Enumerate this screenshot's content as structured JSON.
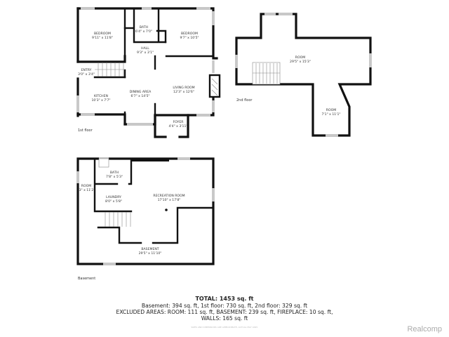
{
  "floors": {
    "first": {
      "label": "1st floor",
      "rooms": [
        {
          "name": "BEDROOM",
          "dims": "9'11\" x 11'8\""
        },
        {
          "name": "BATH",
          "dims": "6'4\" x 7'0\""
        },
        {
          "name": "BEDROOM",
          "dims": "9'7\" x 10'5\""
        },
        {
          "name": "HALL",
          "dims": "9'3\" x 3'1\""
        },
        {
          "name": "ENTRY",
          "dims": "3'0\" x 3'4\""
        },
        {
          "name": "DINING AREA",
          "dims": "6'7\" x 14'5\""
        },
        {
          "name": "LIVING ROOM",
          "dims": "12'3\" x 12'6\""
        },
        {
          "name": "KITCHEN",
          "dims": "10'3\" x 7'7\""
        },
        {
          "name": "FOYER",
          "dims": "4'4\" x 3'11\""
        }
      ]
    },
    "second": {
      "label": "2nd floor",
      "rooms": [
        {
          "name": "ROOM",
          "dims": "29'5\" x 15'3\""
        },
        {
          "name": "ROOM",
          "dims": "7'1\" x 11'1\""
        }
      ]
    },
    "basement": {
      "label": "Basement",
      "rooms": [
        {
          "name": "BATH",
          "dims": "7'8\" x 5'3\""
        },
        {
          "name": "ROOM",
          "dims": "3\" x 11'2\""
        },
        {
          "name": "LAUNDRY",
          "dims": "8'0\" x 5'8\""
        },
        {
          "name": "RECREATION ROOM",
          "dims": "17'10\" x 17'8\""
        },
        {
          "name": "BASEMENT",
          "dims": "29'5\" x 11'10\""
        }
      ]
    }
  },
  "summary": {
    "total": "TOTAL: 1453 sq. ft",
    "line1": "Basement: 394 sq. ft, 1st floor: 730 sq. ft, 2nd floor: 329 sq. ft",
    "line2": "EXCLUDED AREAS: ROOM: 111 sq. ft, BASEMENT: 239 sq. ft, FIREPLACE: 10 sq. ft,",
    "line3": "WALLS: 165 sq. ft",
    "disclaimer": "SIZES AND DIMENSIONS ARE APPROXIMATE, ACTUAL MAY VARY."
  },
  "brand": "Realcomp"
}
